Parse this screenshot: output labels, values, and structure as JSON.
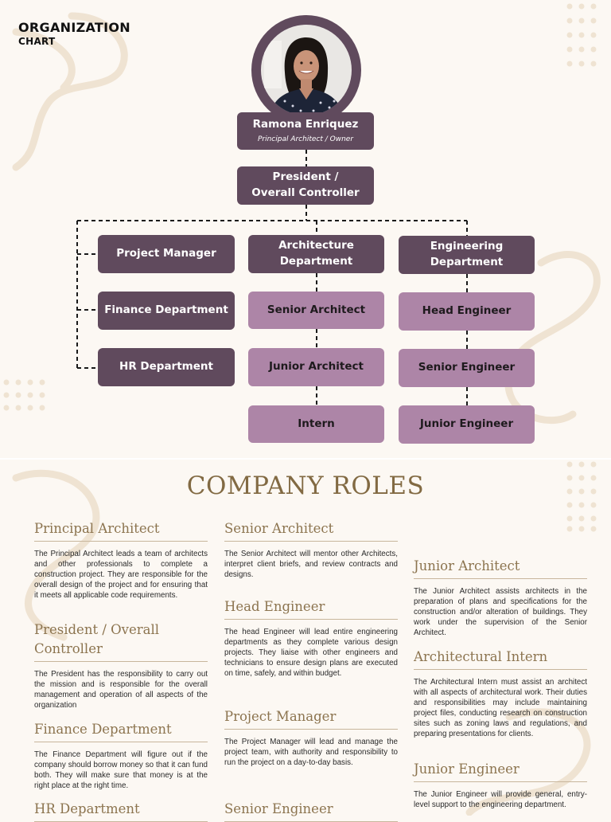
{
  "header": {
    "title_line1": "ORGANIZATION",
    "title_line2": "CHART"
  },
  "org_chart": {
    "owner": {
      "name": "Ramona Enriquez",
      "position": "Principal Architect / Owner"
    },
    "president": "President / Overall Controller",
    "departments": [
      {
        "name": "Project Manager",
        "style": "dark"
      },
      {
        "name": "Finance Department",
        "style": "dark"
      },
      {
        "name": "HR Department",
        "style": "dark"
      }
    ],
    "architecture": {
      "head": "Architecture Department",
      "members": [
        "Senior Architect",
        "Junior Architect",
        "Intern"
      ]
    },
    "engineering": {
      "head": "Engineering Department",
      "members": [
        "Head Engineer",
        "Senior Engineer",
        "Junior Engineer"
      ]
    }
  },
  "roles": {
    "title": "COMPANY ROLES",
    "items": [
      {
        "title": "Principal Architect",
        "text": "The Principal Architect leads a team of architects and other professionals to complete a construction project. They are responsible for the overall design of the project and for ensuring that it meets all applicable code requirements."
      },
      {
        "title": "President / Overall Controller",
        "text": "The President has the responsibility to carry out the mission and is responsible for the overall management and operation of all aspects of the organization"
      },
      {
        "title": "Finance Department",
        "text": "The Finance Department will figure out if the company should borrow money so that it can fund both. They will make sure that money is at the right place at the right time."
      },
      {
        "title": "HR Department",
        "text": ""
      },
      {
        "title": "Senior Architect",
        "text": "The Senior Architect will mentor other Architects, interpret client briefs, and review contracts and designs."
      },
      {
        "title": "Head Engineer",
        "text": "The head Engineer will lead entire engineering departments as they complete various design projects. They liaise with other engineers and technicians to ensure design plans are executed on time, safely, and within budget."
      },
      {
        "title": "Project Manager",
        "text": "The Project Manager will lead and manage the project team, with authority and responsibility to run the project on a day-to-day basis."
      },
      {
        "title": "Senior Engineer",
        "text": ""
      },
      {
        "title": "Junior Architect",
        "text": "The Junior Architect assists architects in the preparation of plans and specifications for the construction and/or alteration of buildings. They work under the supervision of the Senior Architect."
      },
      {
        "title": "Architectural Intern",
        "text": "The Architectural Intern must assist an architect with all aspects of architectural work. Their duties and responsibilities may include maintaining project files, conducting research on construction sites such as zoning laws and regulations, and preparing presentations for clients."
      },
      {
        "title": "Junior Engineer",
        "text": "The Junior Engineer will provide general, entry-level support to the engineering department."
      }
    ]
  },
  "colors": {
    "background": "#fcf8f3",
    "dark_box": "#604a5d",
    "light_box": "#ad85a7",
    "heading_gold": "#826a43",
    "rule": "#c8b69c"
  },
  "icons": {
    "avatar": "portrait-photo"
  }
}
